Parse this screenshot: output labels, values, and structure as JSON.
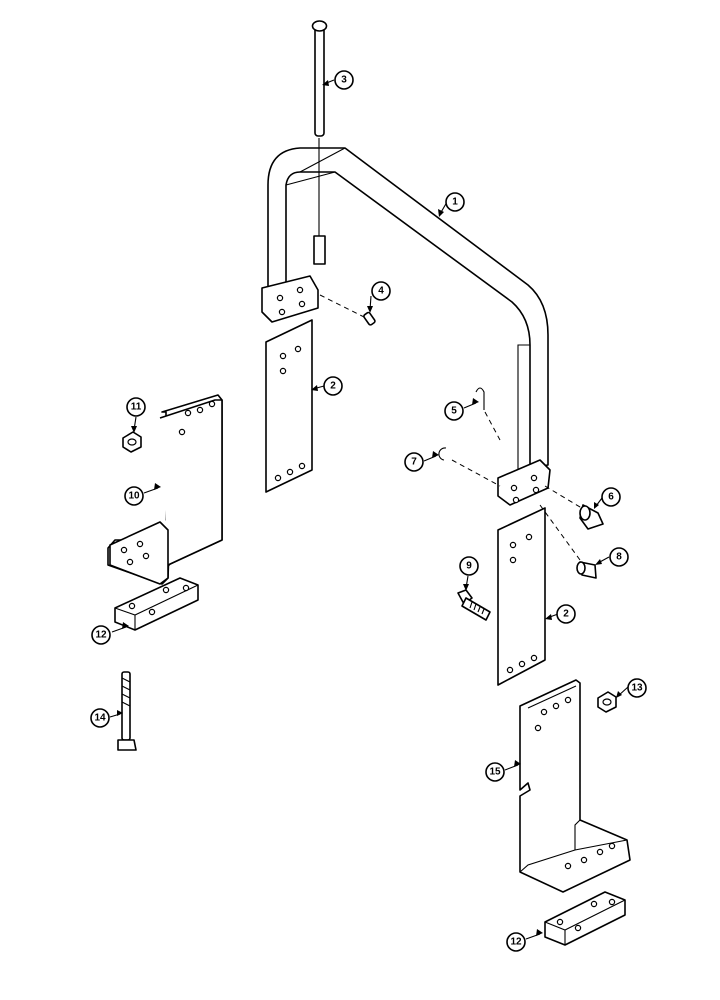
{
  "callouts": [
    {
      "id": "c1",
      "label": "1"
    },
    {
      "id": "c2a",
      "label": "2"
    },
    {
      "id": "c2b",
      "label": "2"
    },
    {
      "id": "c3",
      "label": "3"
    },
    {
      "id": "c4",
      "label": "4"
    },
    {
      "id": "c5",
      "label": "5"
    },
    {
      "id": "c6",
      "label": "6"
    },
    {
      "id": "c7",
      "label": "7"
    },
    {
      "id": "c8",
      "label": "8"
    },
    {
      "id": "c9",
      "label": "9"
    },
    {
      "id": "c10",
      "label": "10"
    },
    {
      "id": "c11",
      "label": "11"
    },
    {
      "id": "c12a",
      "label": "12"
    },
    {
      "id": "c12b",
      "label": "12"
    },
    {
      "id": "c13",
      "label": "13"
    },
    {
      "id": "c14",
      "label": "14"
    },
    {
      "id": "c15",
      "label": "15"
    }
  ]
}
